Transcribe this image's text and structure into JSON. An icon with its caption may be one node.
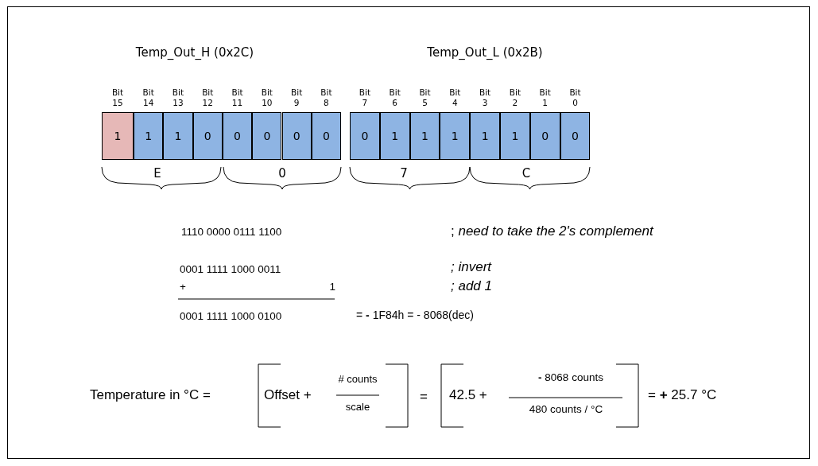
{
  "diagram": {
    "nodes": [
      {
        "text": [
          "1"
        ],
        "beside": [
          "Bit 15"
        ]
      },
      {
        "text": [
          "1"
        ],
        "beside": [
          "Bit 14"
        ]
      },
      {
        "text": [
          "1"
        ],
        "beside": [
          "Bit 13"
        ]
      },
      {
        "text": [
          "0"
        ],
        "beside": [
          "Bit 12"
        ]
      },
      {
        "text": [
          "0"
        ],
        "beside": [
          "Bit 11"
        ]
      },
      {
        "text": [
          "0"
        ],
        "beside": [
          "Bit 10"
        ]
      },
      {
        "text": [
          "0"
        ],
        "beside": [
          "Bit 9"
        ]
      },
      {
        "text": [
          "0"
        ],
        "beside": [
          "Bit 8"
        ]
      },
      {
        "text": [
          "0"
        ],
        "beside": [
          "Bit 7"
        ]
      },
      {
        "text": [
          "1"
        ],
        "beside": [
          "Bit 6"
        ]
      },
      {
        "text": [
          "1"
        ],
        "beside": [
          "Bit 5"
        ]
      },
      {
        "text": [
          "1"
        ],
        "beside": [
          "Bit 4"
        ]
      },
      {
        "text": [
          "1"
        ],
        "beside": [
          "Bit 3"
        ]
      },
      {
        "text": [
          "1"
        ],
        "beside": [
          "Bit 2"
        ]
      },
      {
        "text": [
          "0"
        ],
        "beside": [
          "Bit 1"
        ]
      },
      {
        "text": [
          "0"
        ],
        "beside": [
          "Bit 0"
        ]
      }
    ],
    "edges": [],
    "labels": [
      "Temp_Out_H (0x2C)",
      "Temp_Out_L (0x2B)",
      "E",
      "0",
      "7",
      "C",
      "1110 0000 0111 1100",
      "; *need to take the 2's complement*",
      "0001 1111 1000 0011",
      "; invert",
      "+",
      "1",
      "; add 1",
      "0001 1111 1000 0100",
      "= **-** 1F84h = - 8068(dec)",
      "Temperature in °C =",
      "Offset +",
      "# counts",
      "scale",
      "=",
      "42.5 +",
      "**-** 8068 counts",
      "480 counts / °C",
      "= **+** 25.7 °C"
    ]
  }
}
